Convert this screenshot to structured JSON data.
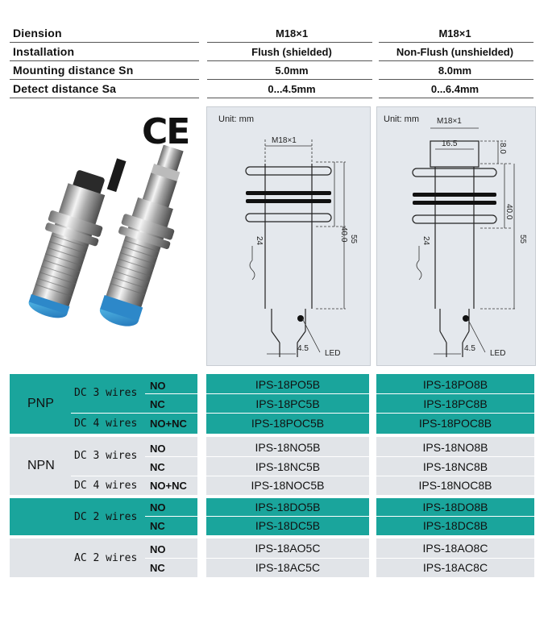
{
  "specs": [
    {
      "label": "Diension",
      "shielded": "M18×1",
      "unshielded": "M18×1"
    },
    {
      "label": "Installation",
      "shielded": "Flush (shielded)",
      "unshielded": "Non-Flush (unshielded)"
    },
    {
      "label": "Mounting distance Sn",
      "shielded": "5.0mm",
      "unshielded": "8.0mm"
    },
    {
      "label": "Detect distance Sa",
      "shielded": "0...4.5mm",
      "unshielded": "0...6.4mm"
    }
  ],
  "ce_mark": "CE",
  "drawings": {
    "shielded": {
      "unit": "Unit: mm",
      "thread": "M18×1",
      "dim_40": "40.0",
      "dim_55": "55",
      "dim_24": "24",
      "dim_45": "4.5",
      "led": "LED"
    },
    "unshielded": {
      "unit": "Unit: mm",
      "thread": "M18×1",
      "dim_165": "16.5",
      "dim_8": "8.0",
      "dim_40": "40.0",
      "dim_55": "55",
      "dim_24": "24",
      "dim_45": "4.5",
      "led": "LED"
    }
  },
  "models": {
    "pnp": {
      "label": "PNP",
      "dc3": "DC 3 wires",
      "dc4": "DC 4 wires",
      "no": "NO",
      "nc": "NC",
      "nonc": "NO+NC",
      "shielded": [
        "IPS-18PO5B",
        "IPS-18PC5B",
        "IPS-18POC5B"
      ],
      "unshielded": [
        "IPS-18PO8B",
        "IPS-18PC8B",
        "IPS-18POC8B"
      ]
    },
    "npn": {
      "label": "NPN",
      "dc3": "DC 3 wires",
      "dc4": "DC 4 wires",
      "no": "NO",
      "nc": "NC",
      "nonc": "NO+NC",
      "shielded": [
        "IPS-18NO5B",
        "IPS-18NC5B",
        "IPS-18NOC5B"
      ],
      "unshielded": [
        "IPS-18NO8B",
        "IPS-18NC8B",
        "IPS-18NOC8B"
      ]
    },
    "dc2": {
      "wires": "DC 2 wires",
      "no": "NO",
      "nc": "NC",
      "shielded": [
        "IPS-18DO5B",
        "IPS-18DC5B"
      ],
      "unshielded": [
        "IPS-18DO8B",
        "IPS-18DC8B"
      ]
    },
    "ac2": {
      "wires": "AC 2 wires",
      "no": "NO",
      "nc": "NC",
      "shielded": [
        "IPS-18AO5C",
        "IPS-18AC5C"
      ],
      "unshielded": [
        "IPS-18AO8C",
        "IPS-18AC8C"
      ]
    }
  },
  "colors": {
    "teal": "#1aa59c",
    "grey": "#e1e4e8"
  }
}
